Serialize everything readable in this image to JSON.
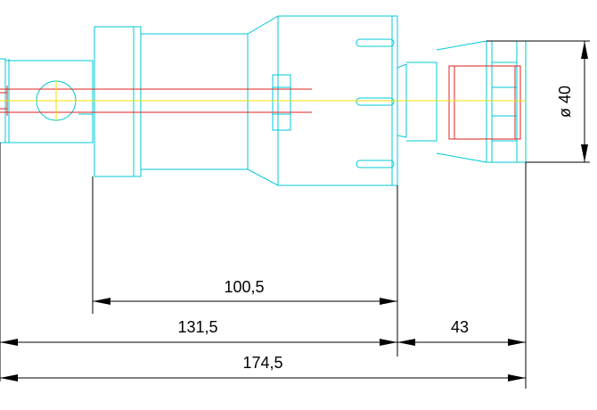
{
  "dimensions": {
    "d100": "100,5",
    "d131": "131,5",
    "d43": "43",
    "d174": "174,5",
    "diameter": "ø 40"
  },
  "colors": {
    "outline": "#00c8d8",
    "hidden": "#e0201e",
    "centerline": "#f0e000",
    "dimension": "#000000"
  }
}
